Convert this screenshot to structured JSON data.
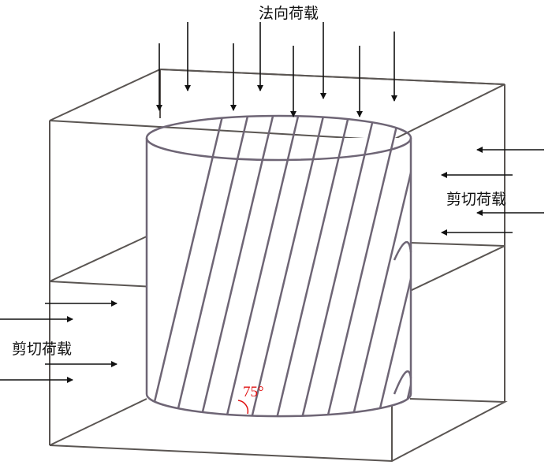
{
  "labels": {
    "normal_load": "法向荷载",
    "shear_load_right": "剪切荷载",
    "shear_load_left": "剪切荷载",
    "joint_angle": "75°"
  },
  "colors": {
    "box": "#5a5552",
    "cylinder": "#6e6575",
    "arrow": "#111111",
    "angle": "#e01010"
  },
  "joint_angle_deg": 75
}
